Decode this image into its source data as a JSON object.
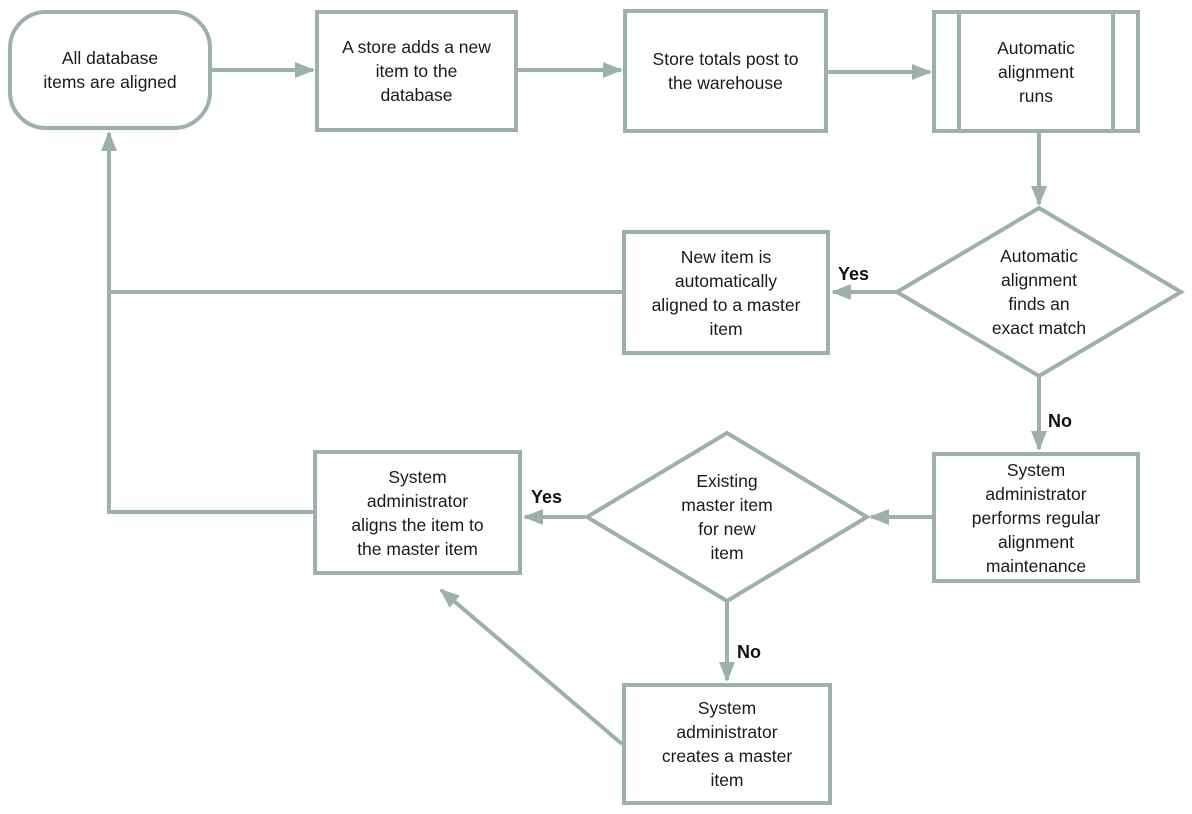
{
  "diagram": {
    "type": "flowchart",
    "colors": {
      "stroke": "#9cb1ae",
      "text": "#1a1a1a",
      "background": "#ffffff",
      "node_fill": "#ffffff"
    },
    "nodes": [
      {
        "id": "all-aligned",
        "type": "terminator",
        "label": "All database\nitems are aligned"
      },
      {
        "id": "store-adds",
        "type": "process",
        "label": "A store adds a new\nitem to the\ndatabase"
      },
      {
        "id": "totals-post",
        "type": "process",
        "label": "Store totals post to\nthe warehouse"
      },
      {
        "id": "alignment-runs",
        "type": "predefined-process",
        "label": "Automatic\nalignment\nruns"
      },
      {
        "id": "exact-match",
        "type": "decision",
        "label": "Automatic\nalignment\nfinds an\nexact match"
      },
      {
        "id": "auto-aligned",
        "type": "process",
        "label": "New item is\nautomatically\naligned to a master\nitem"
      },
      {
        "id": "maintenance",
        "type": "process",
        "label": "System\nadministrator\nperforms regular\nalignment\nmaintenance"
      },
      {
        "id": "existing-master",
        "type": "decision",
        "label": "Existing\nmaster item\nfor new\nitem"
      },
      {
        "id": "admin-aligns",
        "type": "process",
        "label": "System\nadministrator\naligns the item to\nthe master item"
      },
      {
        "id": "admin-creates",
        "type": "process",
        "label": "System\nadministrator\ncreates a master\nitem"
      }
    ],
    "edges": [
      {
        "from": "all-aligned",
        "to": "store-adds",
        "label": ""
      },
      {
        "from": "store-adds",
        "to": "totals-post",
        "label": ""
      },
      {
        "from": "totals-post",
        "to": "alignment-runs",
        "label": ""
      },
      {
        "from": "alignment-runs",
        "to": "exact-match",
        "label": ""
      },
      {
        "from": "exact-match",
        "to": "auto-aligned",
        "label": "Yes"
      },
      {
        "from": "auto-aligned",
        "to": "all-aligned",
        "label": ""
      },
      {
        "from": "exact-match",
        "to": "maintenance",
        "label": "No"
      },
      {
        "from": "maintenance",
        "to": "existing-master",
        "label": ""
      },
      {
        "from": "existing-master",
        "to": "admin-aligns",
        "label": "Yes"
      },
      {
        "from": "admin-aligns",
        "to": "all-aligned",
        "label": ""
      },
      {
        "from": "existing-master",
        "to": "admin-creates",
        "label": "No"
      },
      {
        "from": "admin-creates",
        "to": "admin-aligns",
        "label": ""
      }
    ]
  }
}
